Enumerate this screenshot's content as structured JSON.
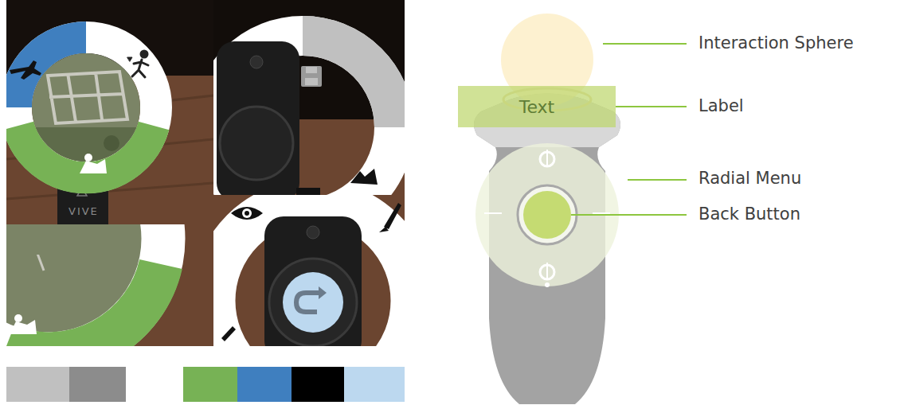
{
  "diagram": {
    "nodes": [
      {
        "text": [
          "Text"
        ]
      }
    ],
    "labels": [
      "Interaction Sphere",
      "Label",
      "Radial Menu",
      "Back Button",
      "VIVE"
    ]
  }
}
